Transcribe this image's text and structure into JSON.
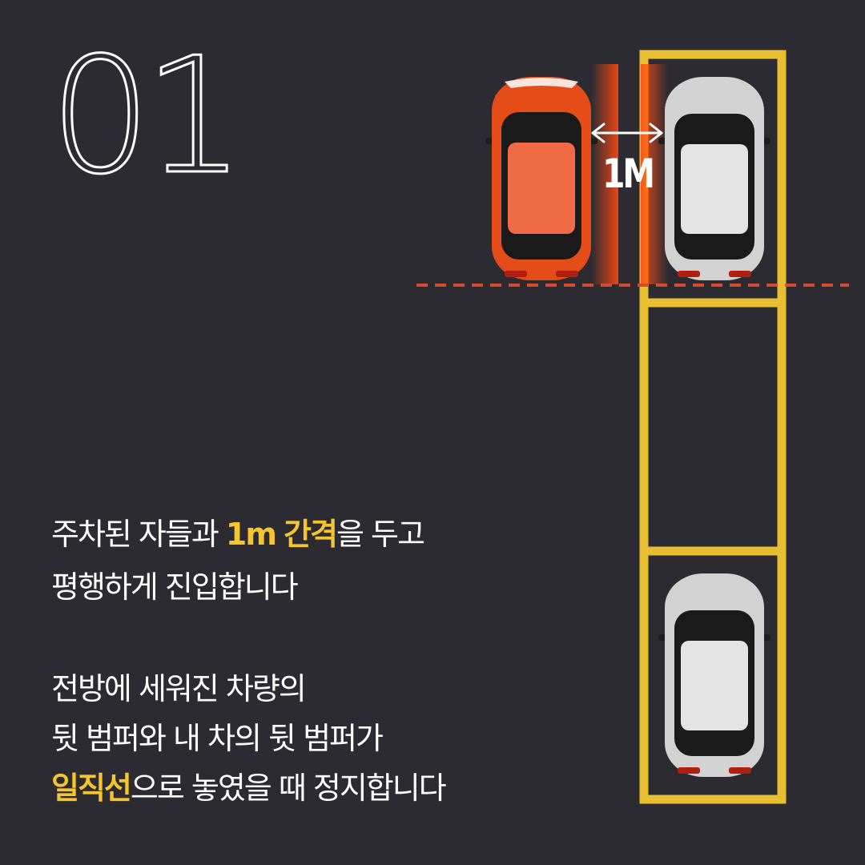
{
  "step": {
    "number": "01"
  },
  "diagram": {
    "gap_label": "1M",
    "colors": {
      "background": "#2c2b31",
      "parking_lines": "#e8bf33",
      "alignment_line": "#d64a2e",
      "my_car": "#e54d18",
      "parked_car": "#d2d2d2",
      "glow": "#ff4a14"
    }
  },
  "instructions": {
    "paragraph1": {
      "line1": {
        "pre": "주차된 자들과 ",
        "highlight1": "1m",
        "mid": " ",
        "highlight2": "간격",
        "post": "을 두고"
      },
      "line2": "평행하게 진입합니다"
    },
    "paragraph2": {
      "line1": "전방에 세워진 차량의",
      "line2": "뒷 범퍼와 내 차의 뒷 범퍼가",
      "line3": {
        "highlight": "일직선",
        "post": "으로 놓였을 때 정지합니다"
      }
    },
    "highlight_color": "#f6c42e"
  }
}
